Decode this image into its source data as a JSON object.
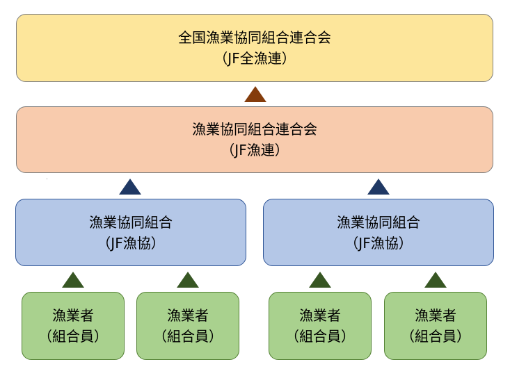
{
  "national": {
    "name": "全国漁業協同組合連合会",
    "abbr": "（JF全漁連）"
  },
  "federation": {
    "name": "漁業協同組合連合会",
    "abbr": "（JF漁連）"
  },
  "coops": [
    {
      "name": "漁業協同組合",
      "abbr": "（JF漁協）"
    },
    {
      "name": "漁業協同組合",
      "abbr": "（JF漁協）"
    }
  ],
  "members": [
    {
      "name": "漁業者",
      "role": "（組合員）"
    },
    {
      "name": "漁業者",
      "role": "（組合員）"
    },
    {
      "name": "漁業者",
      "role": "（組合員）"
    },
    {
      "name": "漁業者",
      "role": "（組合員）"
    }
  ],
  "colors": {
    "national": "#fde69b",
    "federation": "#f8cbad",
    "coop": "#b4c7e7",
    "member": "#a9d18e",
    "arrow_brown": "#843c0c",
    "arrow_blue": "#1f3864",
    "arrow_green": "#375623"
  }
}
